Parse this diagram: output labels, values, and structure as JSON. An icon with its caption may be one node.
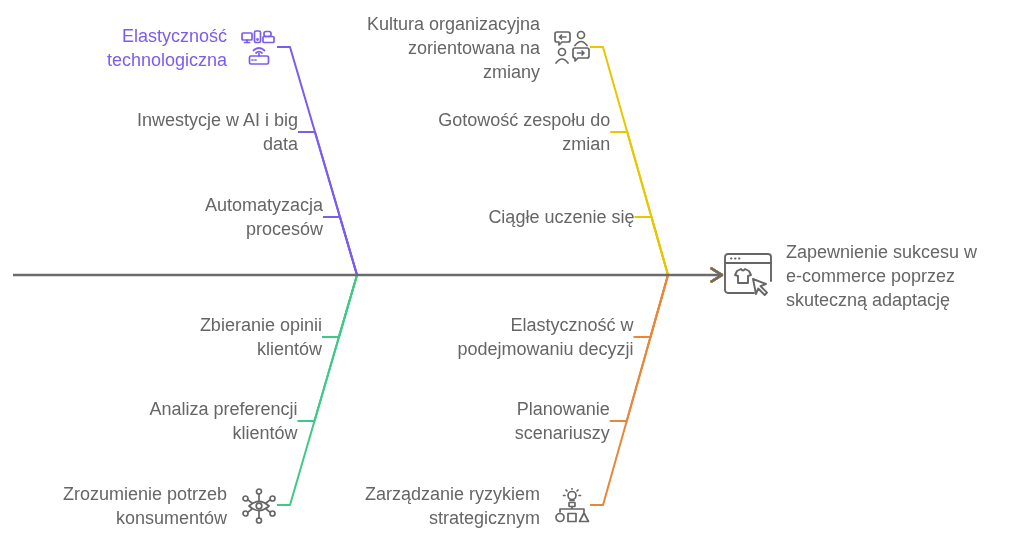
{
  "diagram": {
    "nodes": [
      {
        "text": [
          "Elastyczność technologiczna"
        ]
      },
      {
        "text": [
          "Inwestycje w AI i big data"
        ]
      },
      {
        "text": [
          "Automatyzacja procesów"
        ]
      },
      {
        "text": [
          "Kultura organizacyjna zorientowana na zmiany"
        ]
      },
      {
        "text": [
          "Gotowość zespołu do zmian"
        ]
      },
      {
        "text": [
          "Ciągłe uczenie się"
        ]
      },
      {
        "text": [
          "Zapewnienie sukcesu w e-commerce poprzez skuteczną adaptację"
        ]
      },
      {
        "text": [
          "Zbieranie opinii klientów"
        ]
      },
      {
        "text": [
          "Analiza preferencji klientów"
        ]
      },
      {
        "text": [
          "Zrozumienie potrzeb konsumentów"
        ]
      },
      {
        "text": [
          "Elastyczność w podejmowaniu decyzji"
        ]
      },
      {
        "text": [
          "Planowanie scenariuszy"
        ]
      },
      {
        "text": [
          "Zarządzanie ryzykiem strategicznym"
        ]
      }
    ],
    "edges": [
      {
        "from": null,
        "to": 6,
        "arrow": "to",
        "color": "#6b6b6b"
      },
      {
        "from": 0,
        "to": 6,
        "arrow": "to",
        "color": "#7b5cf0"
      },
      {
        "from": 1,
        "to": 6,
        "arrow": "to",
        "color": "#7b5cf0"
      },
      {
        "from": 2,
        "to": 6,
        "arrow": "to",
        "color": "#7b5cf0"
      },
      {
        "from": 3,
        "to": 6,
        "arrow": "to",
        "color": "#e6c700"
      },
      {
        "from": 4,
        "to": 6,
        "arrow": "to",
        "color": "#e6c700"
      },
      {
        "from": 5,
        "to": 6,
        "arrow": "to",
        "color": "#e6c700"
      },
      {
        "from": 7,
        "to": 6,
        "arrow": "to",
        "color": "#3ec987"
      },
      {
        "from": 8,
        "to": 6,
        "arrow": "to",
        "color": "#3ec987"
      },
      {
        "from": 9,
        "to": 6,
        "arrow": "to",
        "color": "#3ec987"
      },
      {
        "from": 10,
        "to": 6,
        "arrow": "to",
        "color": "#e8873a"
      },
      {
        "from": 11,
        "to": 6,
        "arrow": "to",
        "color": "#e8873a"
      },
      {
        "from": 12,
        "to": 6,
        "arrow": "to",
        "color": "#e8873a"
      }
    ]
  }
}
